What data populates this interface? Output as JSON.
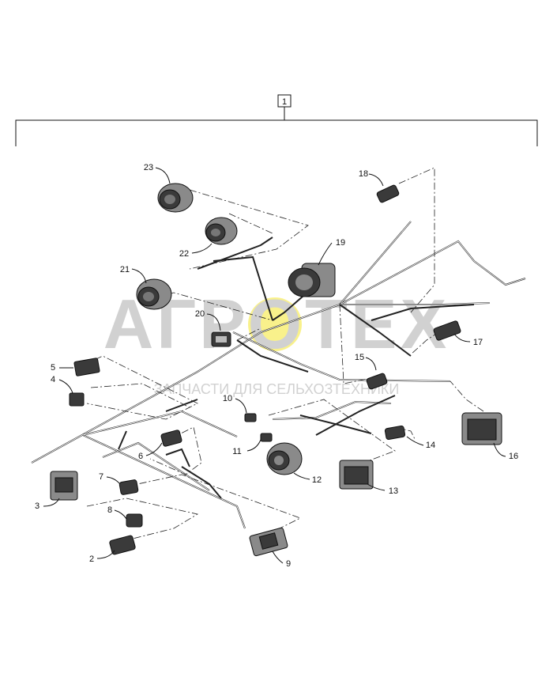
{
  "assembly": {
    "callout": "1"
  },
  "watermark": {
    "brand": "АГРОТЕХ",
    "tagline": "ЗАПЧАСТИ ДЛЯ СЕЛЬХОЗТЕХНИКИ"
  },
  "callouts": [
    {
      "id": "2",
      "label": "2"
    },
    {
      "id": "3",
      "label": "3"
    },
    {
      "id": "4",
      "label": "4"
    },
    {
      "id": "5",
      "label": "5"
    },
    {
      "id": "6",
      "label": "6"
    },
    {
      "id": "7",
      "label": "7"
    },
    {
      "id": "8",
      "label": "8"
    },
    {
      "id": "9",
      "label": "9"
    },
    {
      "id": "10",
      "label": "10"
    },
    {
      "id": "11",
      "label": "11"
    },
    {
      "id": "12",
      "label": "12"
    },
    {
      "id": "13",
      "label": "13"
    },
    {
      "id": "14",
      "label": "14"
    },
    {
      "id": "15",
      "label": "15"
    },
    {
      "id": "16",
      "label": "16"
    },
    {
      "id": "17",
      "label": "17"
    },
    {
      "id": "18",
      "label": "18"
    },
    {
      "id": "19",
      "label": "19"
    },
    {
      "id": "20",
      "label": "20"
    },
    {
      "id": "21",
      "label": "21"
    },
    {
      "id": "22",
      "label": "22"
    },
    {
      "id": "23",
      "label": "23"
    }
  ]
}
